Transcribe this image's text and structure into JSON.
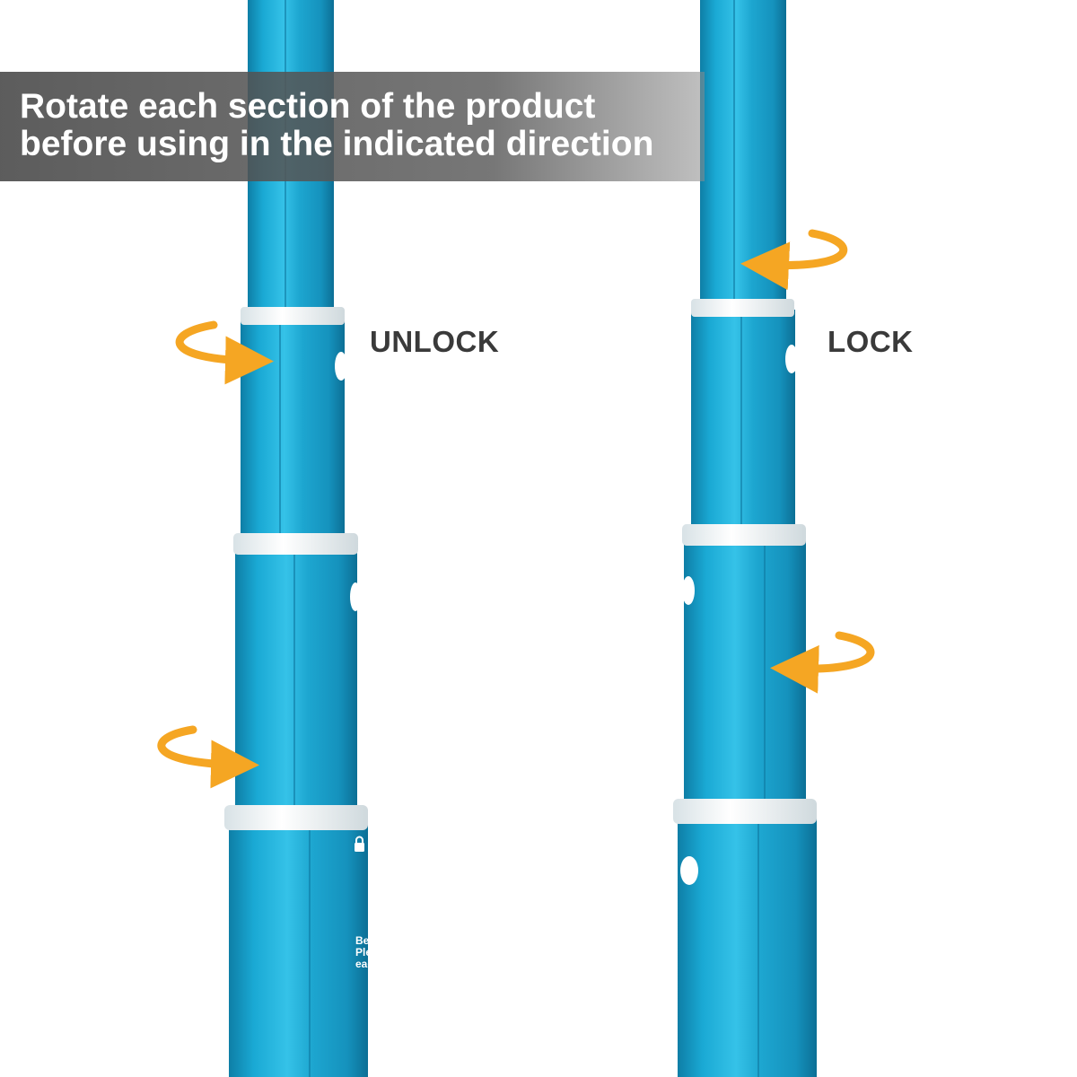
{
  "banner": {
    "line1": "Rotate each section of the product",
    "line2": "before using in the indicated direction"
  },
  "labels": {
    "unlock": "UNLOCK",
    "lock": "LOCK"
  },
  "tube_print": {
    "line1": "Bef",
    "line2": "Ple",
    "line3": "eac"
  },
  "colors": {
    "tube": "#1aa3cc",
    "arrow": "#f5a623",
    "ring": "#eef2f3",
    "label": "#3a3a3a"
  },
  "icons": [
    "rotate-arrow-icon",
    "lock-icon"
  ]
}
